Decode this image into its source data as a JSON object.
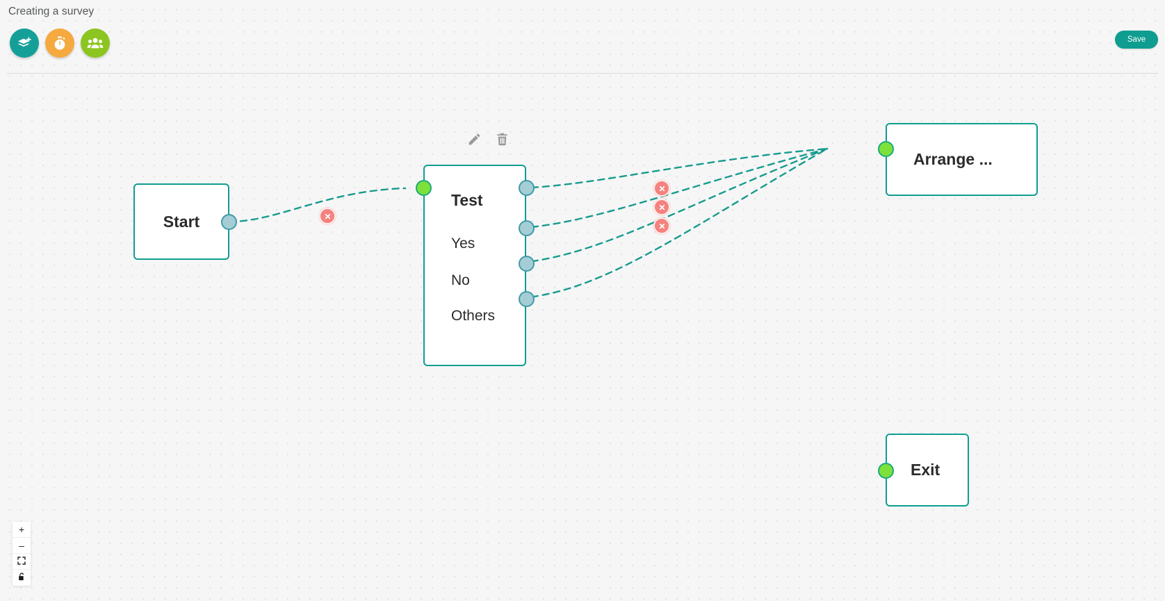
{
  "header": {
    "title": "Creating a survey",
    "tools": [
      {
        "name": "add-survey-icon",
        "label": "Add survey",
        "color": "#14a098"
      },
      {
        "name": "timer-icon",
        "label": "Timer",
        "color": "#f5a93f"
      },
      {
        "name": "audience-icon",
        "label": "Audience",
        "color": "#8cc520"
      }
    ],
    "save_label": "Save"
  },
  "flow": {
    "nodes": [
      {
        "id": "start",
        "label": "Start"
      },
      {
        "id": "test",
        "label": "Test",
        "options": [
          "Yes",
          "No",
          "Others"
        ]
      },
      {
        "id": "arrange",
        "label": "Arrange ..."
      },
      {
        "id": "exit",
        "label": "Exit"
      }
    ],
    "node_actions": [
      {
        "name": "edit-icon",
        "label": "Edit"
      },
      {
        "name": "delete-icon",
        "label": "Delete"
      }
    ],
    "edges": [
      {
        "id": "e1",
        "from": "start",
        "to": "test",
        "delete_label": "Remove connection"
      },
      {
        "id": "e2",
        "from": "test.out",
        "to": "arrange",
        "delete_label": "Remove connection"
      },
      {
        "id": "e3",
        "from": "test.yes",
        "to": "arrange",
        "delete_label": "Remove connection"
      },
      {
        "id": "e4",
        "from": "test.no",
        "to": "arrange",
        "delete_label": "Remove connection"
      },
      {
        "id": "e5",
        "from": "test.others",
        "to": "arrange",
        "delete_label": "Remove connection"
      }
    ]
  },
  "view_controls": [
    {
      "name": "zoom-in-icon",
      "label": "+"
    },
    {
      "name": "zoom-out-icon",
      "label": "–"
    },
    {
      "name": "fit-view-icon",
      "label": ""
    },
    {
      "name": "lock-icon",
      "label": ""
    }
  ],
  "colors": {
    "accent_teal": "#0f9d91",
    "port_in_green": "#7ee03a",
    "port_out_blue": "#a5cdd6",
    "edge_teal": "#169b8e",
    "delete_red": "#f4827e",
    "canvas_bg": "#f6f6f6"
  }
}
